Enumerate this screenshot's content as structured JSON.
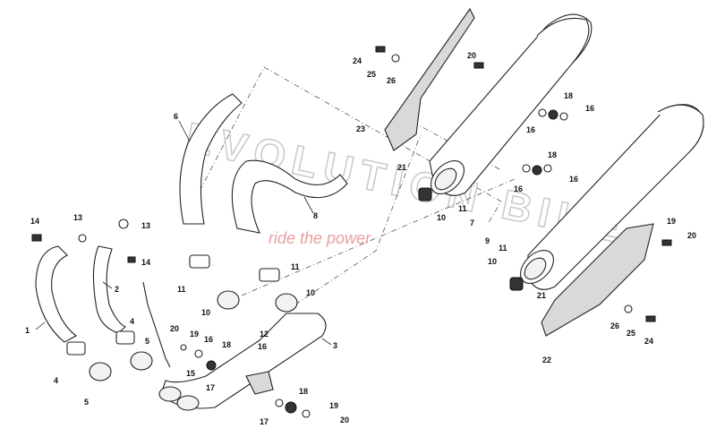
{
  "watermark": {
    "brand": "EVOLUTION BIKE",
    "tagline": "ride the power"
  },
  "callouts": [
    {
      "id": "c1",
      "text": "1"
    },
    {
      "id": "c2",
      "text": "2"
    },
    {
      "id": "c3",
      "text": "3"
    },
    {
      "id": "c4",
      "text": "4"
    },
    {
      "id": "c5",
      "text": "5"
    },
    {
      "id": "c6",
      "text": "6"
    },
    {
      "id": "c7",
      "text": "7"
    },
    {
      "id": "c8",
      "text": "8"
    },
    {
      "id": "c9",
      "text": "9"
    },
    {
      "id": "c10a",
      "text": "10"
    },
    {
      "id": "c10b",
      "text": "10"
    },
    {
      "id": "c10c",
      "text": "10"
    },
    {
      "id": "c10d",
      "text": "10"
    },
    {
      "id": "c11a",
      "text": "11"
    },
    {
      "id": "c11b",
      "text": "11"
    },
    {
      "id": "c11c",
      "text": "11"
    },
    {
      "id": "c11d",
      "text": "11"
    },
    {
      "id": "c12",
      "text": "12"
    },
    {
      "id": "c13a",
      "text": "13"
    },
    {
      "id": "c13b",
      "text": "13"
    },
    {
      "id": "c14a",
      "text": "14"
    },
    {
      "id": "c14b",
      "text": "14"
    },
    {
      "id": "c15",
      "text": "15"
    },
    {
      "id": "c16a",
      "text": "16"
    },
    {
      "id": "c16b",
      "text": "16"
    },
    {
      "id": "c16c",
      "text": "16"
    },
    {
      "id": "c16d",
      "text": "16"
    },
    {
      "id": "c16e",
      "text": "16"
    },
    {
      "id": "c16f",
      "text": "16"
    },
    {
      "id": "c17a",
      "text": "17"
    },
    {
      "id": "c17b",
      "text": "17"
    },
    {
      "id": "c18a",
      "text": "18"
    },
    {
      "id": "c18b",
      "text": "18"
    },
    {
      "id": "c18c",
      "text": "18"
    },
    {
      "id": "c18d",
      "text": "18"
    },
    {
      "id": "c19a",
      "text": "19"
    },
    {
      "id": "c19b",
      "text": "19"
    },
    {
      "id": "c19c",
      "text": "19"
    },
    {
      "id": "c20a",
      "text": "20"
    },
    {
      "id": "c20b",
      "text": "20"
    },
    {
      "id": "c20c",
      "text": "20"
    },
    {
      "id": "c20d",
      "text": "20"
    },
    {
      "id": "c21a",
      "text": "21"
    },
    {
      "id": "c21b",
      "text": "21"
    },
    {
      "id": "c22",
      "text": "22"
    },
    {
      "id": "c23",
      "text": "23"
    },
    {
      "id": "c24a",
      "text": "24"
    },
    {
      "id": "c24b",
      "text": "24"
    },
    {
      "id": "c25a",
      "text": "25"
    },
    {
      "id": "c25b",
      "text": "25"
    },
    {
      "id": "c26a",
      "text": "26"
    },
    {
      "id": "c26b",
      "text": "26"
    }
  ]
}
